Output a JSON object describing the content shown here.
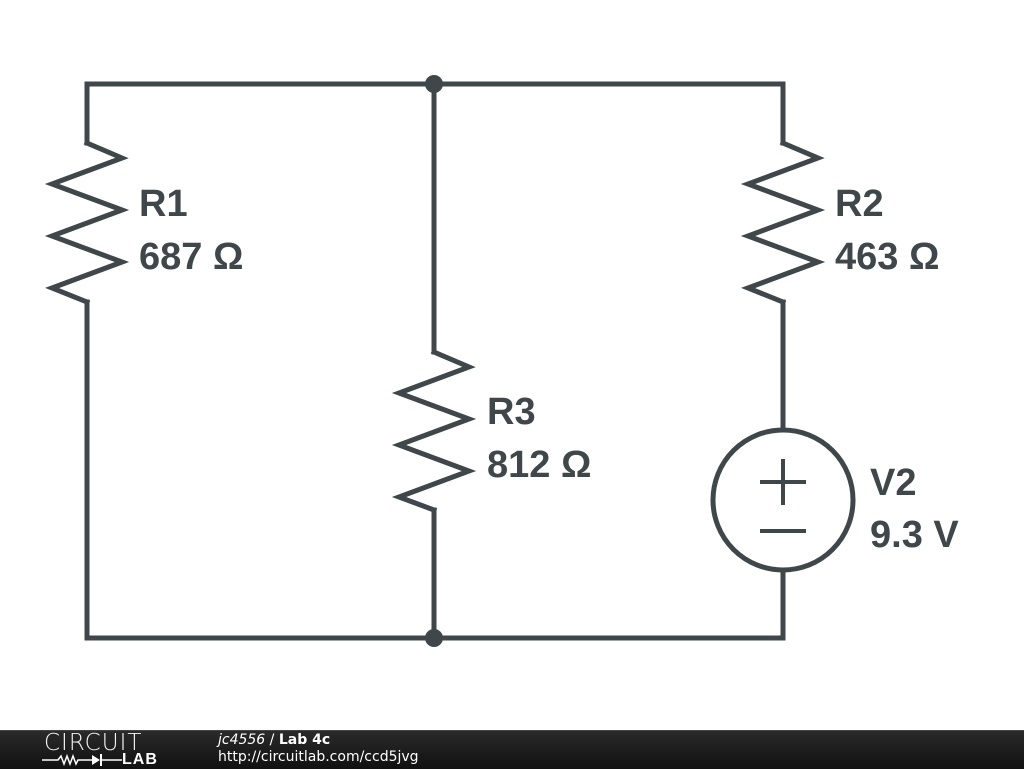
{
  "circuit": {
    "components": [
      {
        "id": "R1",
        "type": "resistor",
        "value": "687 Ω"
      },
      {
        "id": "R2",
        "type": "resistor",
        "value": "463 Ω"
      },
      {
        "id": "R3",
        "type": "resistor",
        "value": "812 Ω"
      },
      {
        "id": "V2",
        "type": "voltage-source",
        "value": "9.3 V",
        "plus": "+",
        "minus": "−"
      }
    ],
    "colors": {
      "stroke": "#3f474b",
      "background": "#ffffff",
      "footer": "#1a1a1a"
    }
  },
  "footer": {
    "logo_top": "CIRCUIT",
    "logo_bottom": "LAB",
    "user": "jc4556",
    "separator": " / ",
    "title": "Lab 4c",
    "url": "http://circuitlab.com/ccd5jvg"
  }
}
